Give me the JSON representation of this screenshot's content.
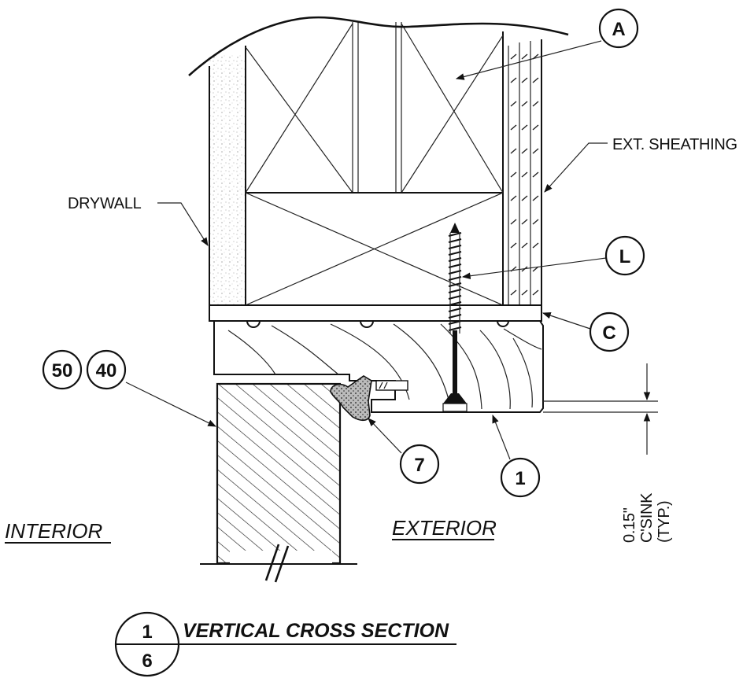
{
  "labels": {
    "drywall": "DRYWALL",
    "ext_sheathing": "EXT. SHEATHING",
    "interior": "INTERIOR",
    "exterior": "EXTERIOR",
    "dimension_value": "0.15\"",
    "dimension_name": "C'SINK",
    "dimension_note": "(TYP.)"
  },
  "callouts": {
    "a": "A",
    "l": "L",
    "c": "C",
    "fifty": "50",
    "forty": "40",
    "seven": "7",
    "one": "1"
  },
  "section": {
    "title": "VERTICAL CROSS SECTION",
    "number": "1",
    "sheet": "6"
  }
}
